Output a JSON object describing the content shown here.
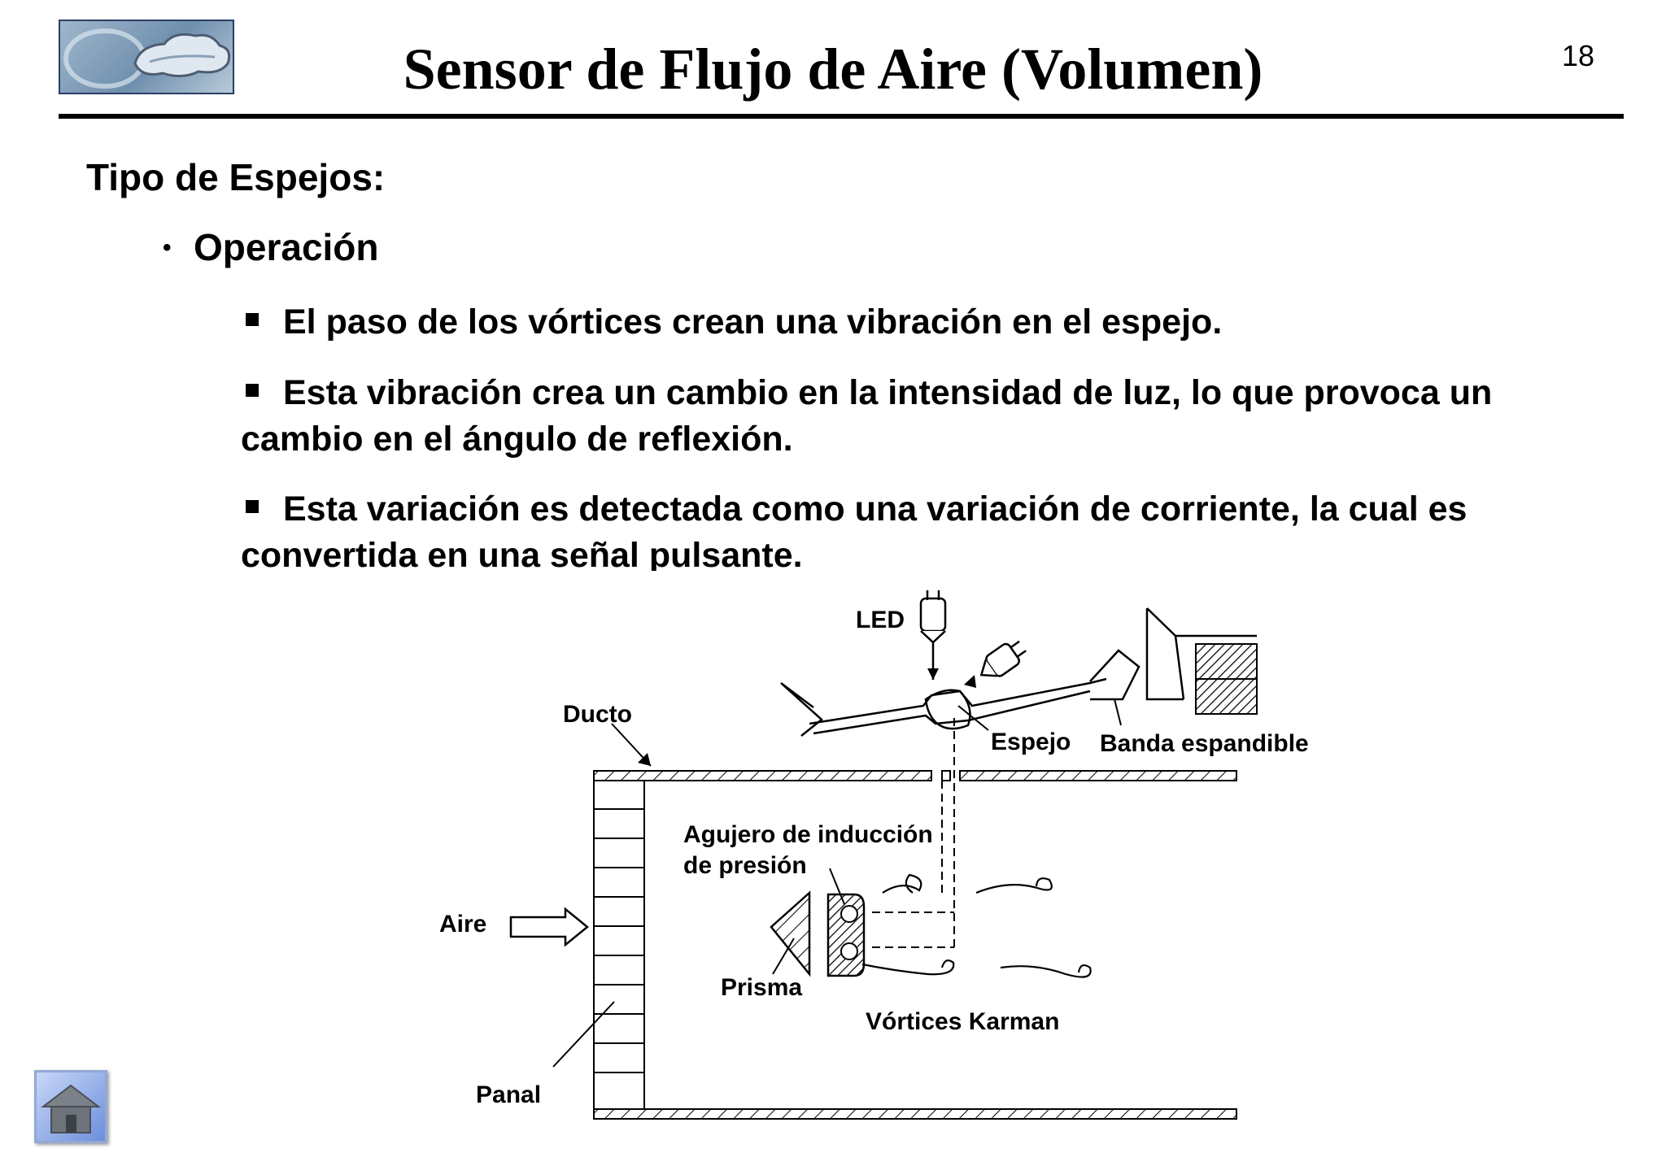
{
  "slide": {
    "title": "Sensor de Flujo de Aire (Volumen)",
    "page_number": "18"
  },
  "content": {
    "heading": "Tipo de Espejos:",
    "bullet": "Operación",
    "items": [
      "El paso de los vórtices crean una vibración en el espejo.",
      "Esta vibración crea un cambio en la intensidad de luz, lo que provoca un cambio en el ángulo de reflexión.",
      "Esta variación es detectada como una variación de corriente, la cual es convertida en una señal pulsante."
    ]
  },
  "diagram": {
    "labels": {
      "led": "LED",
      "ducto": "Ducto",
      "espejo": "Espejo",
      "banda": "Banda espandible",
      "agujero_1": "Agujero de inducción",
      "agujero_2": "de presión",
      "aire": "Aire",
      "prisma": "Prisma",
      "vortices": "Vórtices Karman",
      "panal": "Panal"
    }
  },
  "icons": {
    "logo": "car-logo-icon",
    "home": "home-icon"
  }
}
